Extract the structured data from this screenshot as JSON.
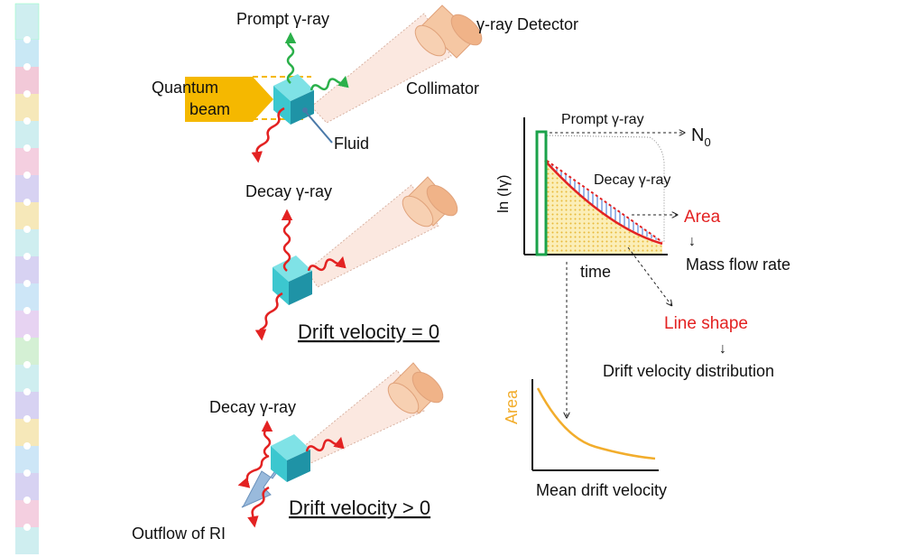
{
  "colors": {
    "beam": "#f5b800",
    "prompt_wave": "#2bb04a",
    "decay_wave": "#e32222",
    "cell_face": "#3cc7cf",
    "cell_dark": "#1f93a6",
    "detector": "#f5c7a3",
    "cone": "#fbe8e0",
    "red_label": "#e32222",
    "area_curve": "#f2ad2c",
    "frame_green": "#1aa24a",
    "hatch_blue": "#3a6fcf",
    "dot_fill": "#f7dd86"
  },
  "top": {
    "prompt_label": "Prompt γ-ray",
    "detector_label": "γ-ray Detector",
    "collimator_label": "Collimator",
    "beam_line1": "Quantum",
    "beam_line2": "beam",
    "fluid_label": "Fluid"
  },
  "middle": {
    "decay_label": "Decay γ-ray",
    "drift_label": "Drift velocity = 0"
  },
  "bottom": {
    "decay_label": "Decay γ-ray",
    "drift_label": "Drift velocity > 0",
    "outflow_label": "Outflow of RI"
  },
  "time_plot": {
    "prompt_label": "Prompt γ-ray",
    "n0_base": "N",
    "n0_sub": "0",
    "decay_label": "Decay γ-ray",
    "ylabel": "ln (Iγ)",
    "xlabel": "time",
    "area_label": "Area",
    "arrow_down_1": "↓",
    "mass_flow_label": "Mass flow rate",
    "line_shape_label": "Line shape",
    "arrow_down_2": "↓",
    "drift_dist_label": "Drift  velocity distribution"
  },
  "area_plot": {
    "ylabel": "Area",
    "xlabel": "Mean drift velocity"
  }
}
